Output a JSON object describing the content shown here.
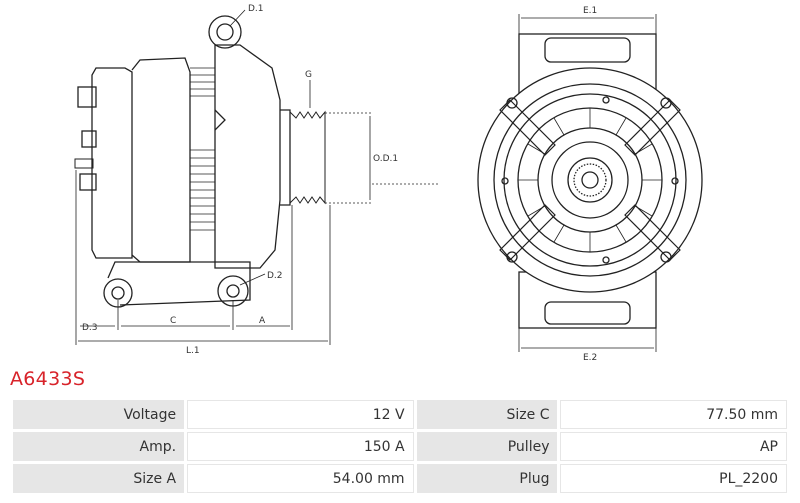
{
  "part_number": "A6433S",
  "drawing_labels": {
    "d1": "D.1",
    "g": "G",
    "od1": "O.D.1",
    "d2": "D.2",
    "d3": "D.3",
    "c": "C",
    "a": "A",
    "l1": "L.1",
    "e1": "E.1",
    "e2": "E.2"
  },
  "specs": [
    {
      "label": "Voltage",
      "value": "12 V",
      "label2": "Size C",
      "value2": "77.50 mm"
    },
    {
      "label": "Amp.",
      "value": "150 A",
      "label2": "Pulley",
      "value2": "AP"
    },
    {
      "label": "Size A",
      "value": "54.00 mm",
      "label2": "Plug",
      "value2": "PL_2200"
    }
  ]
}
